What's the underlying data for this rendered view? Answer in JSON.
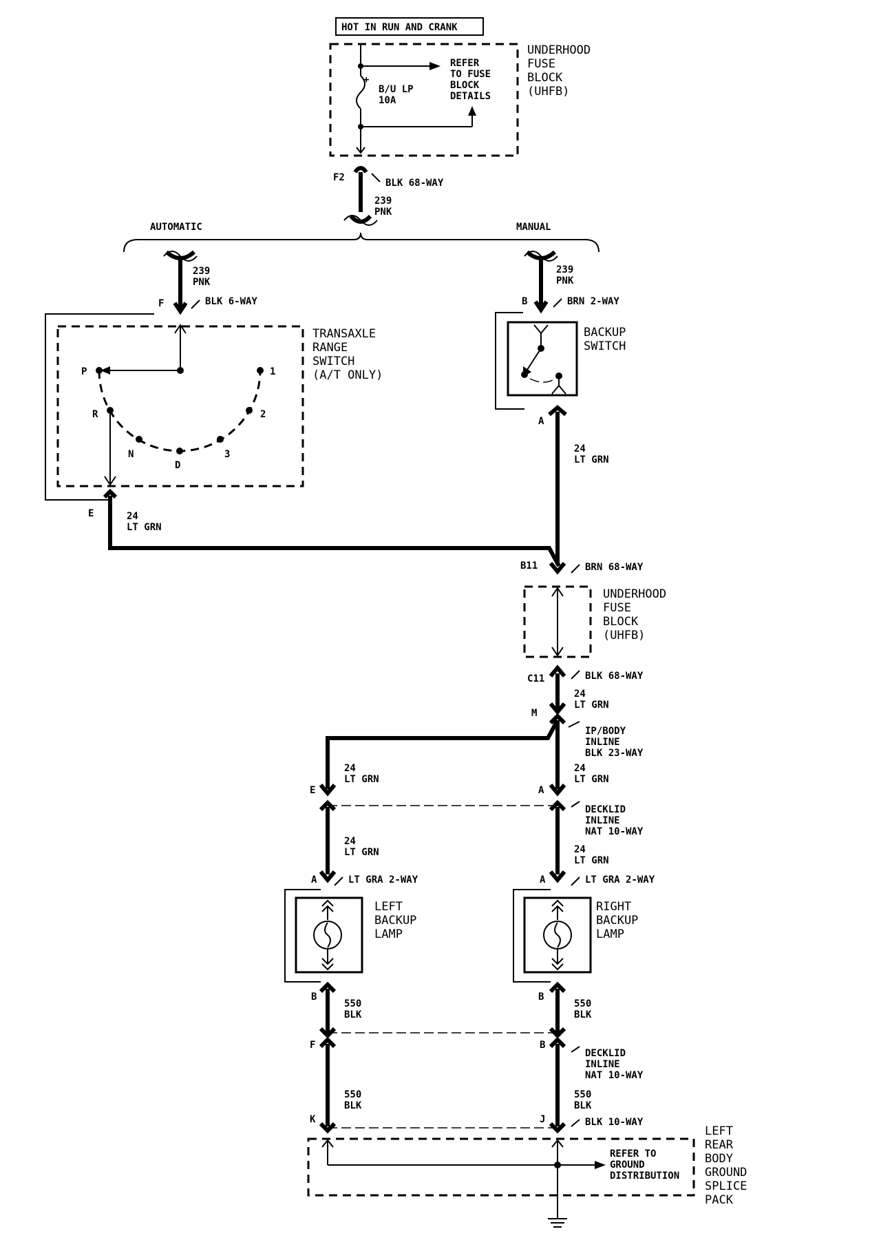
{
  "header": {
    "power_label": "HOT IN RUN AND CRANK"
  },
  "uhfb_top": {
    "title": [
      "UNDERHOOD",
      "FUSE",
      "BLOCK",
      "(UHFB)"
    ],
    "fuse": [
      "B/U LP",
      "10A"
    ],
    "refer": [
      "REFER",
      "TO FUSE",
      "BLOCK",
      "DETAILS"
    ],
    "plus": "+"
  },
  "f2": {
    "pin": "F2",
    "connector": "BLK 68-WAY",
    "circuit": "239",
    "color": "PNK"
  },
  "branches": {
    "automatic": "AUTOMATIC",
    "manual": "MANUAL"
  },
  "trs": {
    "title": [
      "TRANSAXLE",
      "RANGE",
      "SWITCH",
      "(A/T ONLY)"
    ],
    "in_pin": "F",
    "in_connector": "BLK 6-WAY",
    "in_circuit": "239",
    "in_color": "PNK",
    "out_pin": "E",
    "out_circuit": "24",
    "out_color": "LT GRN",
    "positions": {
      "P": "P",
      "R": "R",
      "N": "N",
      "D": "D",
      "3": "3",
      "2": "2",
      "1": "1"
    }
  },
  "backup_switch": {
    "title": [
      "BACKUP",
      "SWITCH"
    ],
    "in_pin": "B",
    "in_connector": "BRN 2-WAY",
    "in_circuit": "239",
    "in_color": "PNK",
    "out_pin": "A",
    "out_circuit": "24",
    "out_color": "LT GRN"
  },
  "b11": {
    "pin": "B11",
    "connector": "BRN 68-WAY"
  },
  "uhfb_mid": {
    "title": [
      "UNDERHOOD",
      "FUSE",
      "BLOCK",
      "(UHFB)"
    ]
  },
  "c11": {
    "pin": "C11",
    "connector": "BLK 68-WAY",
    "circuit": "24",
    "color": "LT GRN"
  },
  "ip_body": {
    "pin": "M",
    "lines": [
      "IP/BODY",
      "INLINE",
      "BLK 23-WAY"
    ]
  },
  "left_branch": {
    "pin_e": "E",
    "circuit": "24",
    "color": "LT GRN",
    "circuit2": "24",
    "color2": "LT GRN"
  },
  "right_branch": {
    "pin_a": "A",
    "circuit": "24",
    "color": "LT GRN",
    "circuit2": "24",
    "color2": "LT GRN"
  },
  "decklid_top": {
    "lines": [
      "DECKLID",
      "INLINE",
      "NAT 10-WAY"
    ]
  },
  "left_lamp": {
    "title": [
      "LEFT",
      "BACKUP",
      "LAMP"
    ],
    "pin_a": "A",
    "connector": "LT GRA 2-WAY",
    "pin_b": "B",
    "circuit": "550",
    "color": "BLK"
  },
  "right_lamp": {
    "title": [
      "RIGHT",
      "BACKUP",
      "LAMP"
    ],
    "pin_a": "A",
    "connector": "LT GRA 2-WAY",
    "pin_b": "B",
    "circuit": "550",
    "color": "BLK"
  },
  "decklid_bottom": {
    "lines": [
      "DECKLID",
      "INLINE",
      "NAT 10-WAY"
    ],
    "left_pin": "F",
    "right_pin": "B"
  },
  "ground_conn": {
    "left_pin": "K",
    "right_pin": "J",
    "connector": "BLK 10-WAY",
    "circuit": "550",
    "color": "BLK"
  },
  "ground_pack": {
    "title": [
      "LEFT",
      "REAR",
      "BODY",
      "GROUND",
      "SPLICE",
      "PACK"
    ],
    "refer": [
      "REFER TO",
      "GROUND",
      "DISTRIBUTION"
    ]
  }
}
